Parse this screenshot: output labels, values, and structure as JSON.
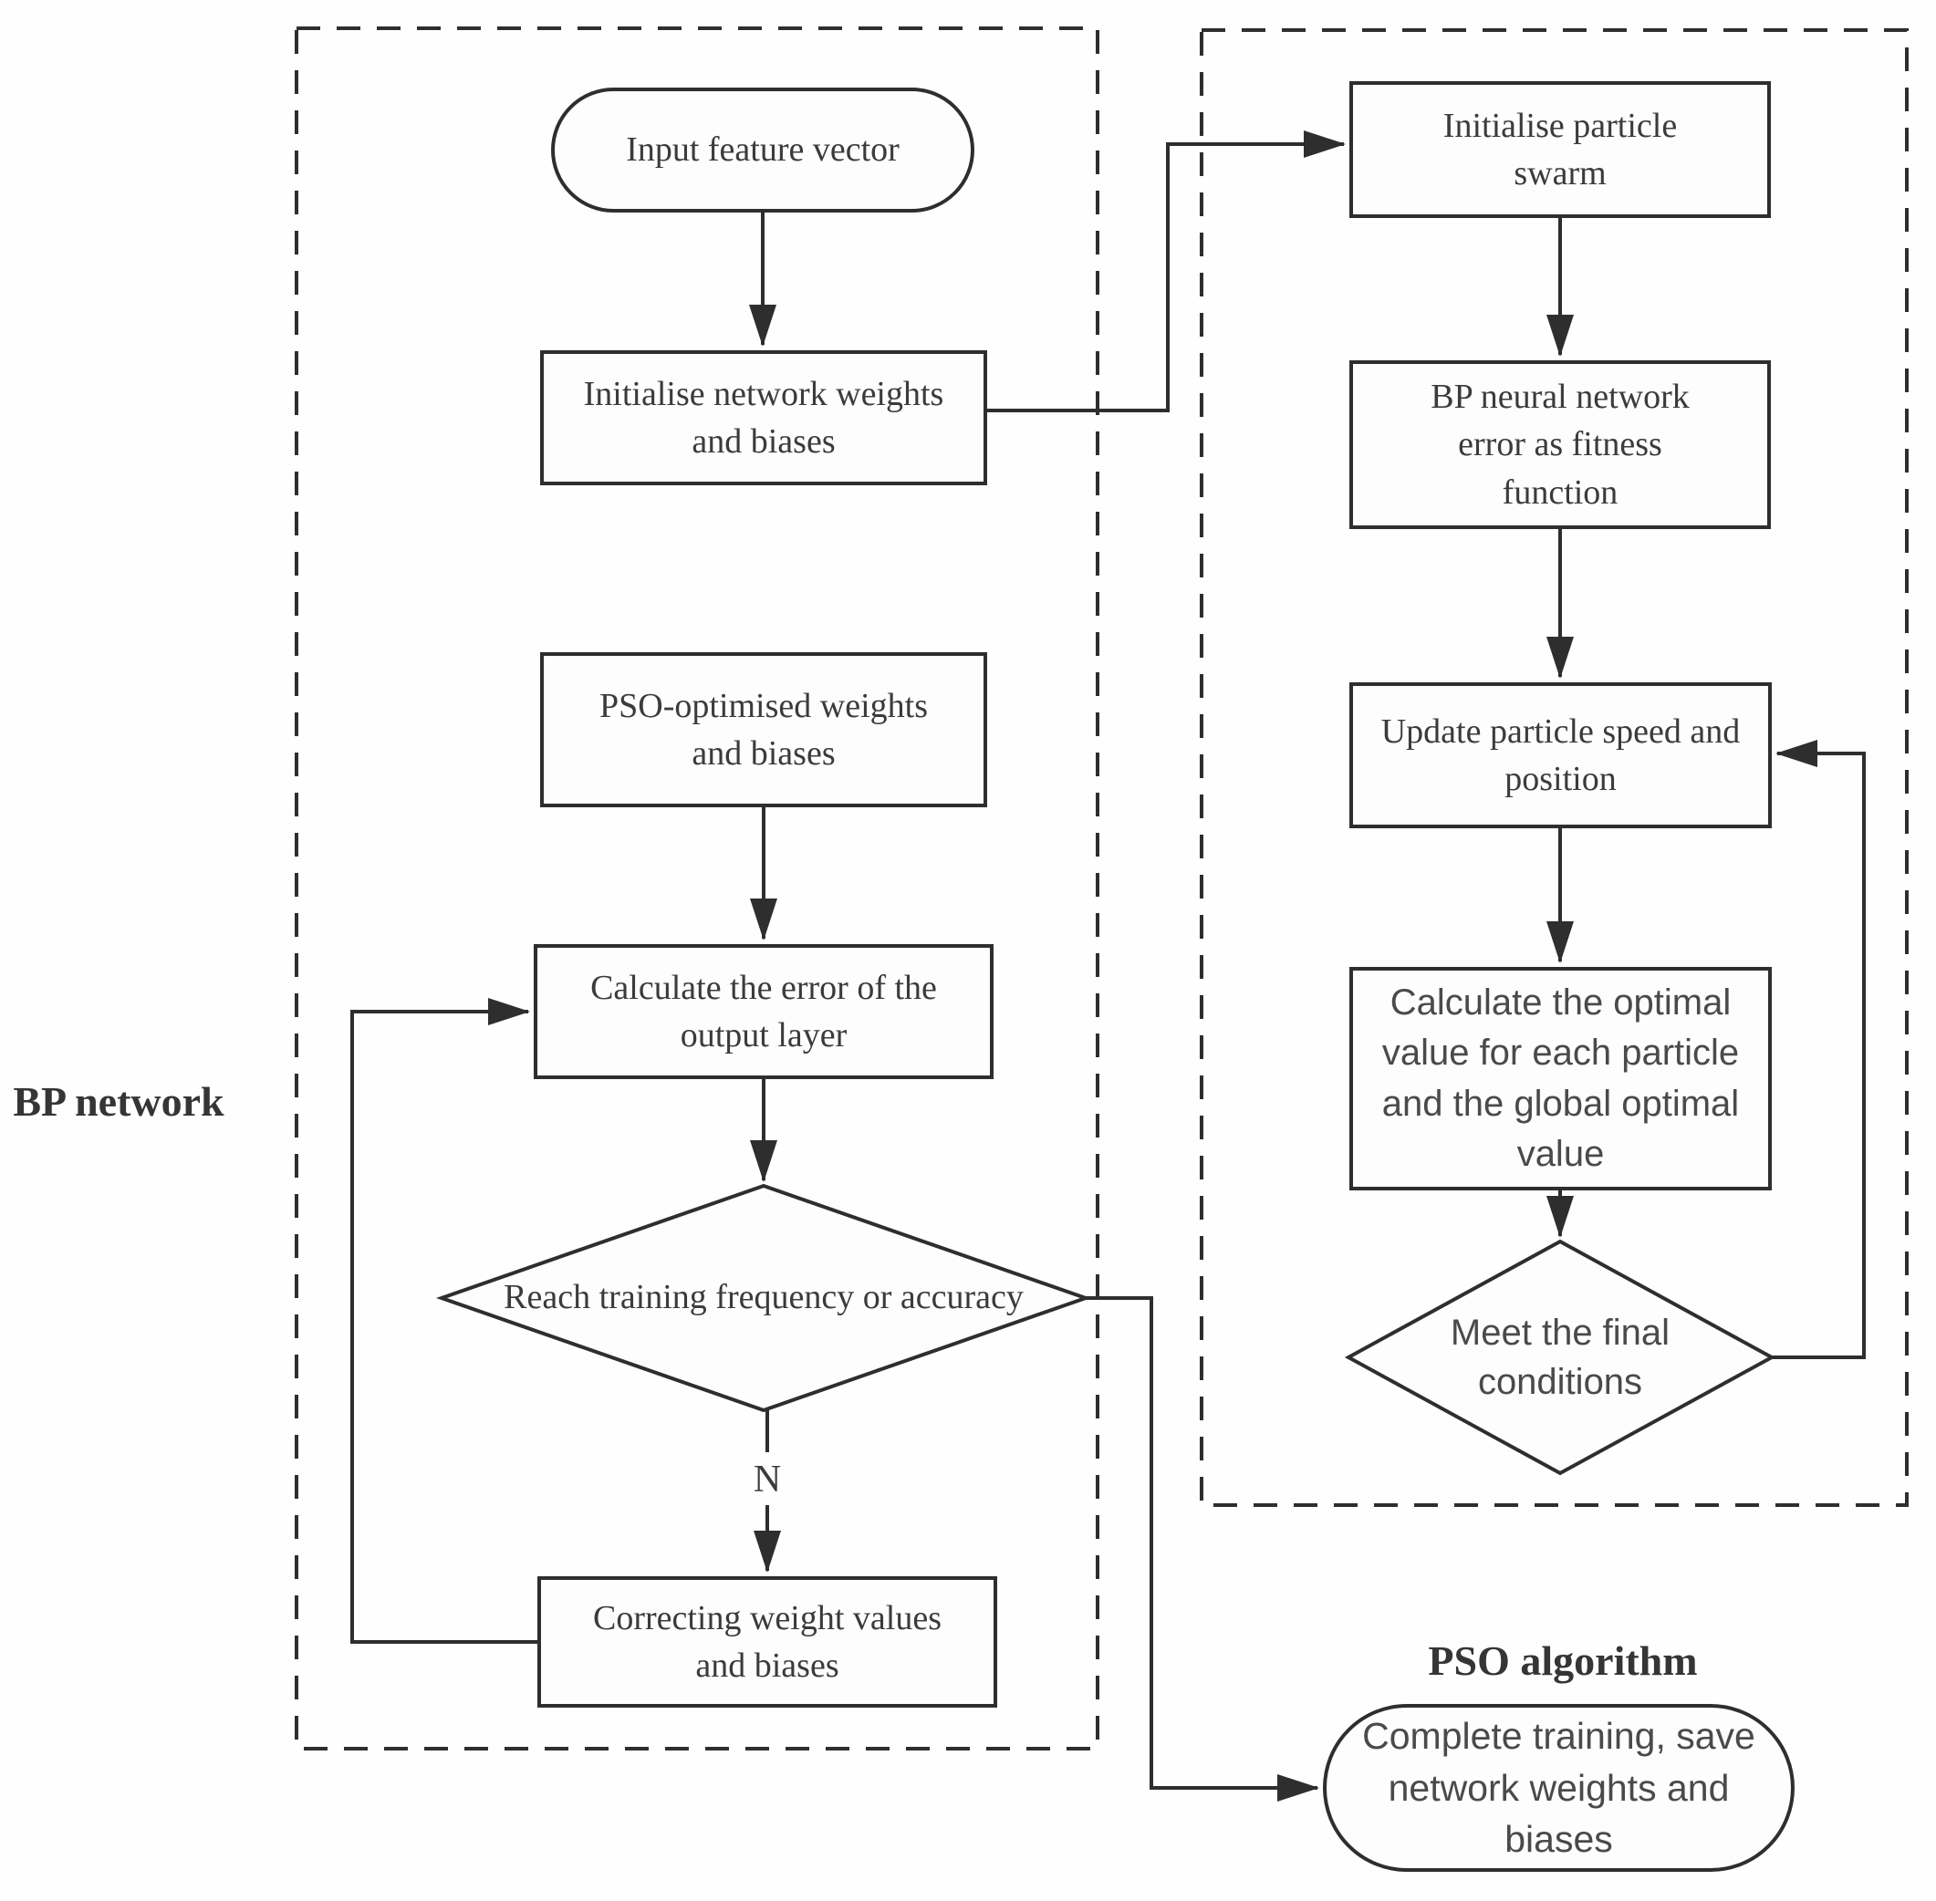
{
  "diagram": {
    "title_hint": "BPNN-PSO training flowchart",
    "groups": {
      "bp_network_label": "BP network",
      "pso_algorithm_label": "PSO algorithm"
    },
    "nodes": {
      "input_feature_vector": "Input feature vector",
      "init_network_weights": "Initialise network weights and biases",
      "pso_optimised_weights": "PSO-optimised weights and biases",
      "calc_output_error": "Calculate the error of the output layer",
      "reach_training_decision": "Reach training frequency or accuracy",
      "correcting_weights": "Correcting weight values and biases",
      "init_particle_swarm": "Initialise particle swarm",
      "bp_error_fitness": "BP neural network error as fitness function",
      "update_particle": "Update particle speed and position",
      "calc_optimal_value": "Calculate the optimal value for each particle and the global optimal value",
      "meet_final_decision": "Meet the final conditions",
      "complete_training": "Complete training, save network weights and biases"
    },
    "edge_labels": {
      "no_branch": "N"
    },
    "colors": {
      "line": "#2e2e2e",
      "text": "#3b3b3b",
      "background": "#ffffff"
    }
  }
}
